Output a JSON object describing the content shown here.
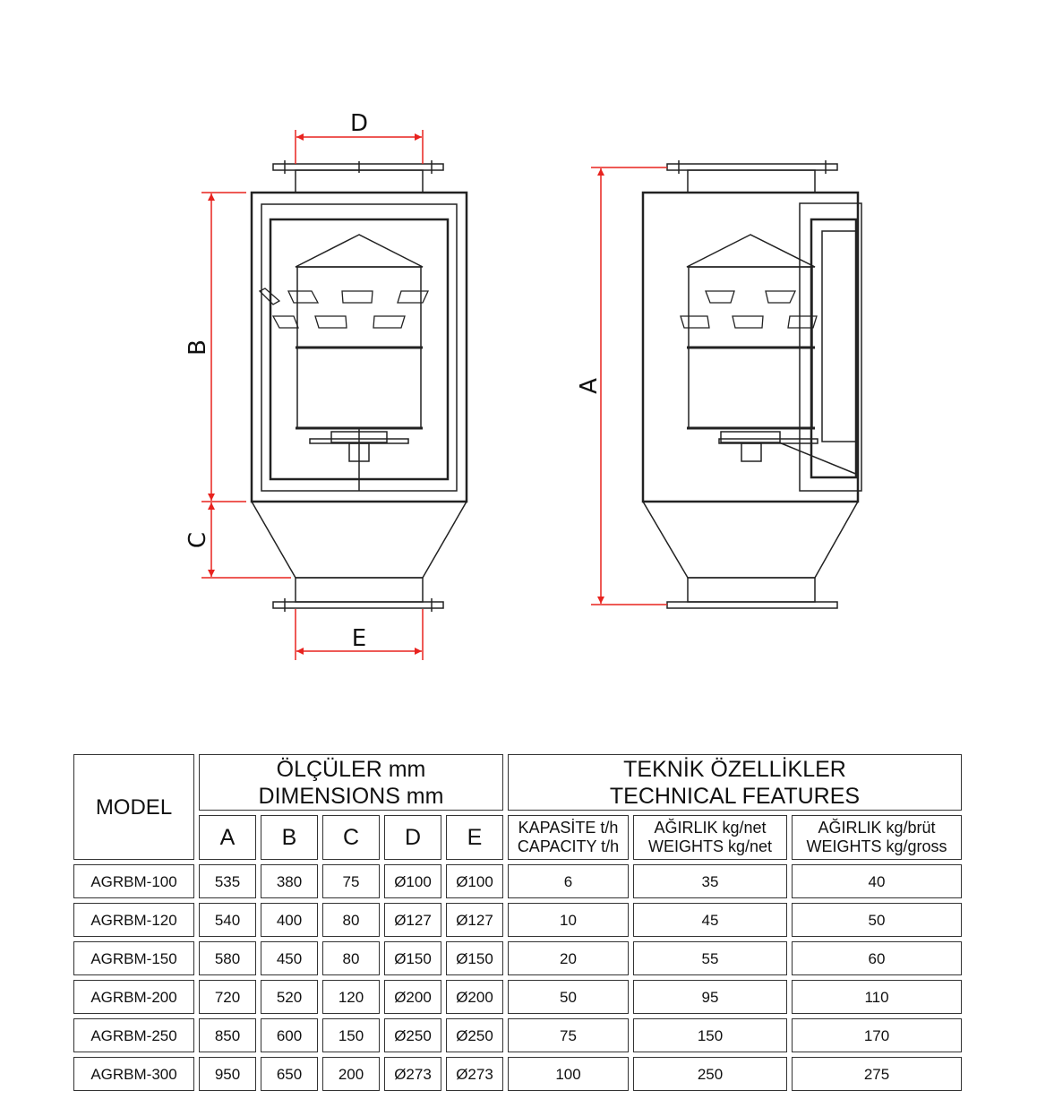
{
  "drawing": {
    "labels": {
      "D": "D",
      "B": "B",
      "C": "C",
      "E": "E",
      "A": "A"
    },
    "dimension_color": "#e8231f"
  },
  "table": {
    "model_header": "MODEL",
    "dimensions_header": [
      "ÖLÇÜLER mm",
      "DIMENSIONS mm"
    ],
    "technical_header": [
      "TEKNİK ÖZELLİKLER",
      "TECHNICAL FEATURES"
    ],
    "dim_columns": [
      "A",
      "B",
      "C",
      "D",
      "E"
    ],
    "tech_columns": [
      [
        "KAPASİTE t/h",
        "CAPACITY t/h"
      ],
      [
        "AĞIRLIK kg/net",
        "WEIGHTS kg/net"
      ],
      [
        "AĞIRLIK kg/brüt",
        "WEIGHTS kg/gross"
      ]
    ],
    "rows": [
      [
        "AGRBM-100",
        "535",
        "380",
        "75",
        "Ø100",
        "Ø100",
        "6",
        "35",
        "40"
      ],
      [
        "AGRBM-120",
        "540",
        "400",
        "80",
        "Ø127",
        "Ø127",
        "10",
        "45",
        "50"
      ],
      [
        "AGRBM-150",
        "580",
        "450",
        "80",
        "Ø150",
        "Ø150",
        "20",
        "55",
        "60"
      ],
      [
        "AGRBM-200",
        "720",
        "520",
        "120",
        "Ø200",
        "Ø200",
        "50",
        "95",
        "110"
      ],
      [
        "AGRBM-250",
        "850",
        "600",
        "150",
        "Ø250",
        "Ø250",
        "75",
        "150",
        "170"
      ],
      [
        "AGRBM-300",
        "950",
        "650",
        "200",
        "Ø273",
        "Ø273",
        "100",
        "250",
        "275"
      ]
    ]
  }
}
